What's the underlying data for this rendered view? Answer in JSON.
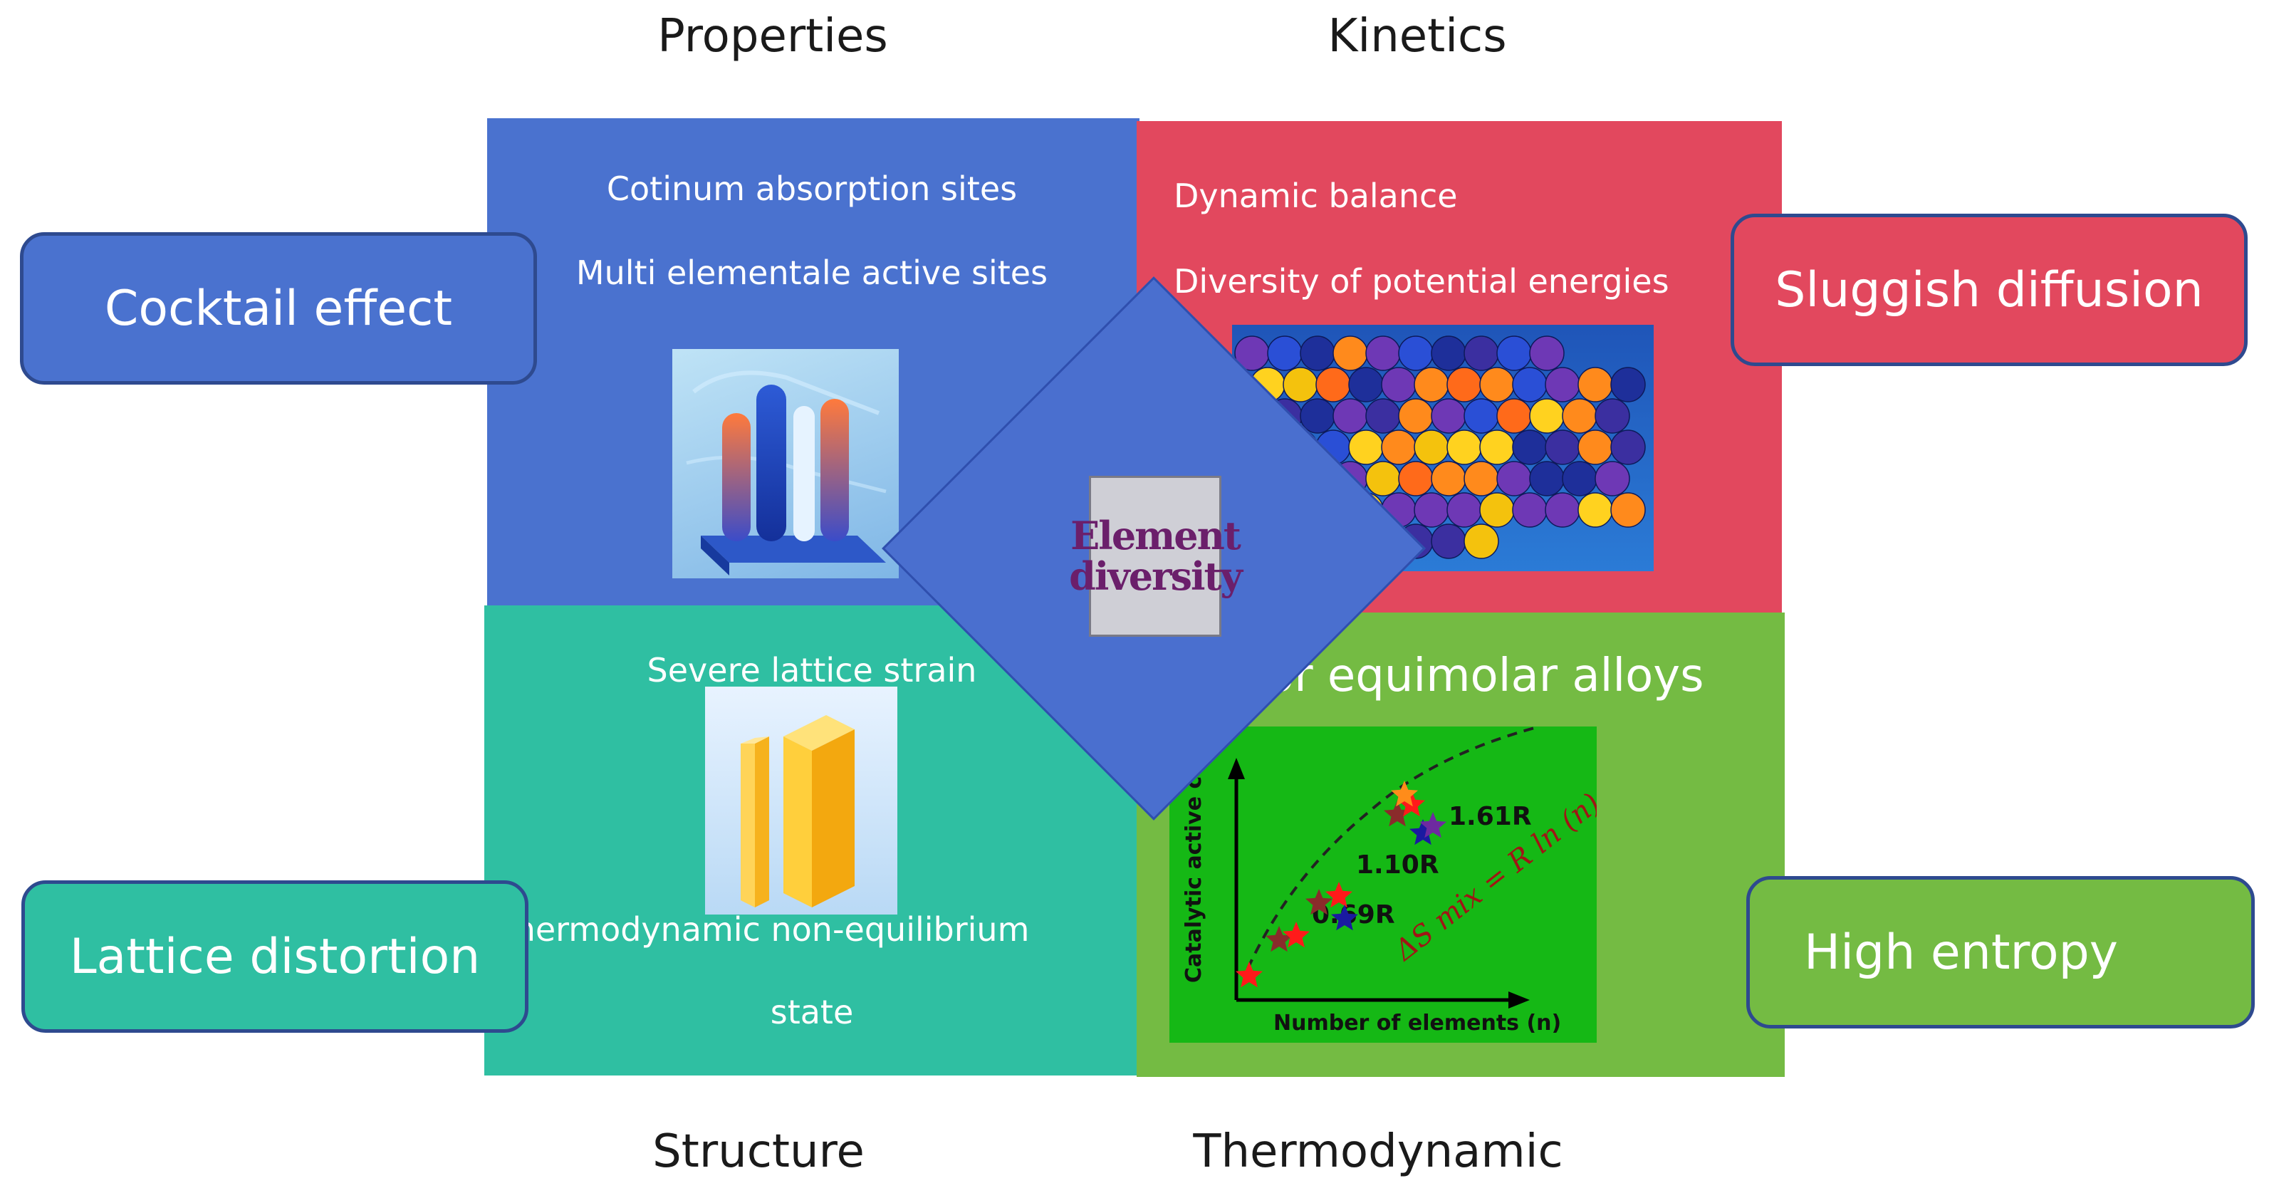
{
  "headings": {
    "properties": "Properties",
    "kinetics": "Kinetics",
    "structure": "Structure",
    "thermodynamic": "Thermodynamic"
  },
  "properties_panel": {
    "line1": "Cotinum absorption sites",
    "line2": "Multi elementale active sites"
  },
  "kinetics_panel": {
    "line1": "Dynamic balance",
    "line2": "Diversity of potential energies"
  },
  "structure_panel": {
    "line1": "Severe lattice strain",
    "line2": "Thermodynamic non-equilibrium",
    "line3": "state"
  },
  "thermo_panel": {
    "title": "For equimolar alloys"
  },
  "side_boxes": {
    "cocktail": "Cocktail effect",
    "sluggish": "Sluggish diffusion",
    "lattice": "Lattice distortion",
    "entropy": "High entropy"
  },
  "center": {
    "line1": "Element",
    "line2": "diversity"
  },
  "inset_plot": {
    "ylabel": "Catalytic active center",
    "xlabel": "Number of elements (n)",
    "labels": [
      "0.69R",
      "1.10R",
      "1.61R"
    ],
    "formula": "ΔS mix = R ln (n)"
  },
  "colors": {
    "properties": "#4a72cf",
    "kinetics": "#e2485e",
    "structure": "#2fbfa2",
    "thermodynamic": "#74bb43",
    "diamond": "#4a6fcf"
  }
}
